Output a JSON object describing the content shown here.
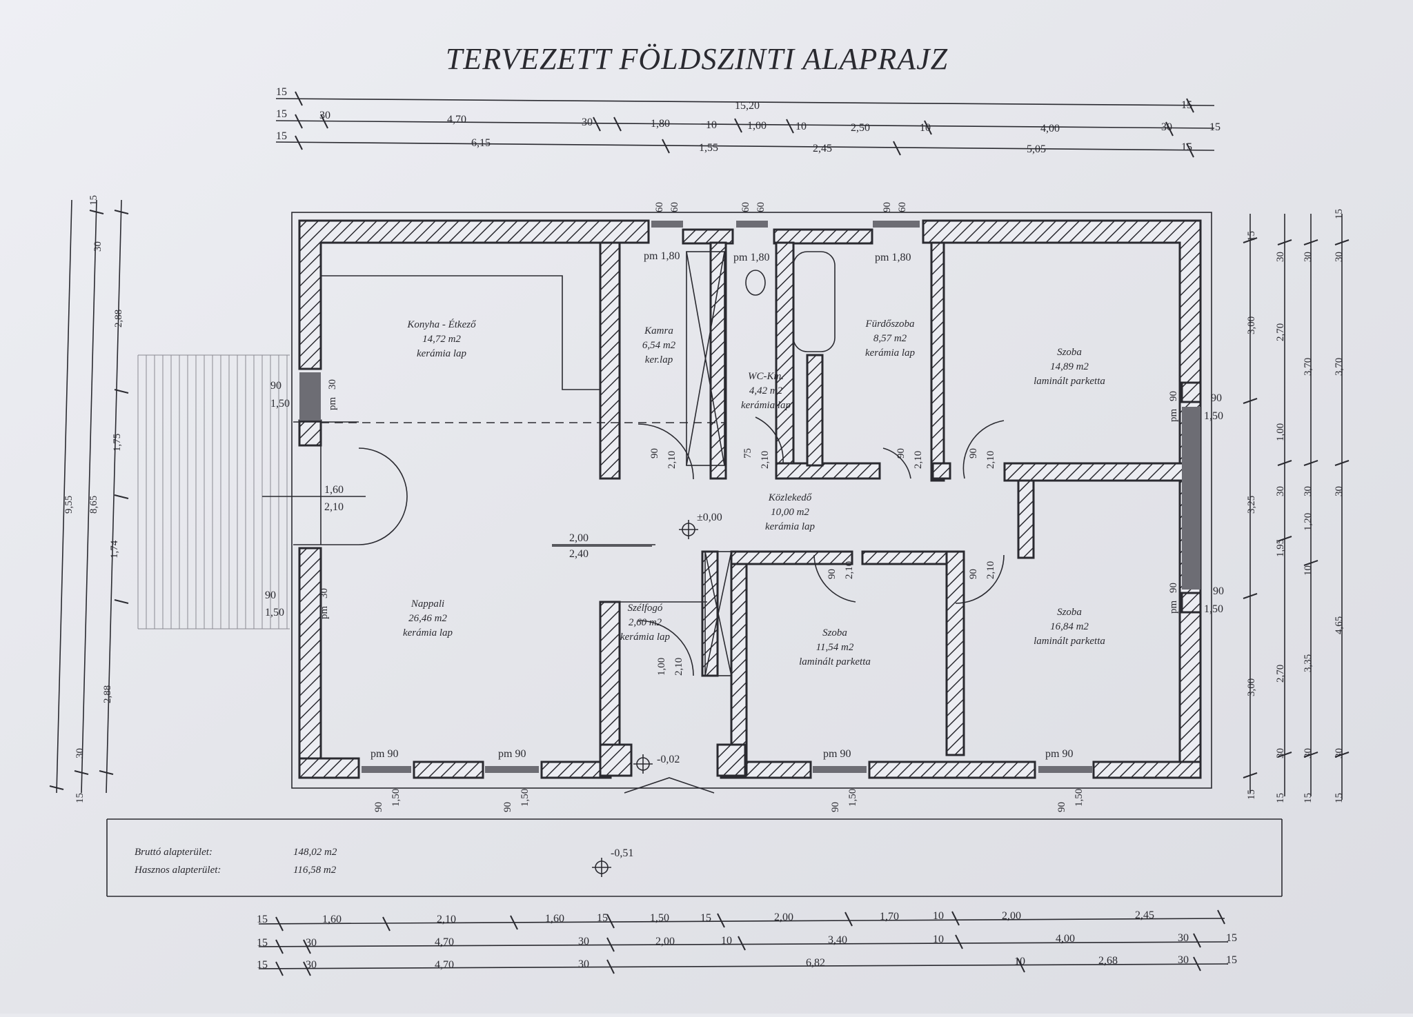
{
  "title": "TERVEZETT FÖLDSZINTI ALAPRAJZ",
  "dims_top": {
    "row1": [
      "15",
      "15,20",
      "15"
    ],
    "row2": [
      "15",
      "30",
      "4,70",
      "30",
      "1,80",
      "10",
      "1,00",
      "10",
      "2,50",
      "10",
      "4,00",
      "30",
      "15"
    ],
    "row3": [
      "15",
      "6,15",
      "1,55",
      "2,45",
      "5,05",
      "15"
    ]
  },
  "dims_bottom": {
    "row1": [
      "15",
      "1,60",
      "2,10",
      "1,60",
      "15",
      "1,50",
      "15",
      "2,00",
      "1,70",
      "10",
      "2,00",
      "2,45"
    ],
    "row2": [
      "15",
      "30",
      "4,70",
      "30",
      "2,00",
      "10",
      "3,40",
      "10",
      "4,00",
      "30",
      "15"
    ],
    "row3": [
      "15",
      "30",
      "4,70",
      "30",
      "6,82",
      "10",
      "2,68",
      "30",
      "15"
    ]
  },
  "dims_left": {
    "outer": "9,55",
    "mid": "8,65",
    "inner": [
      "15",
      "30",
      "2,88",
      "1,75",
      "1,74",
      "2,88",
      "30",
      "15"
    ]
  },
  "dims_right": {
    "col1": [
      "15",
      "3,00",
      "3,25",
      "3,00",
      "15"
    ],
    "col2": [
      "30",
      "2,70",
      "1,00",
      "30",
      "1,95",
      "2,70",
      "30",
      "15"
    ],
    "col3": [
      "30",
      "3,70",
      "30",
      "1,20",
      "10",
      "3,35",
      "30",
      "15"
    ],
    "col4": [
      "15",
      "30",
      "3,70",
      "30",
      "4,65",
      "30",
      "15"
    ]
  },
  "rooms": [
    {
      "name": "Konyha - Étkező",
      "area": "14,72 m2",
      "floor": "kerámia lap"
    },
    {
      "name": "Kamra",
      "area": "6,54 m2",
      "floor": "ker.lap"
    },
    {
      "name": "WC-Km.",
      "area": "4,42 m2",
      "floor": "kerámia lap"
    },
    {
      "name": "Fürdőszoba",
      "area": "8,57 m2",
      "floor": "kerámia lap"
    },
    {
      "name": "Szoba",
      "area": "14,89 m2",
      "floor": "laminált parketta"
    },
    {
      "name": "Közlekedő",
      "area": "10,00 m2",
      "floor": "kerámia lap"
    },
    {
      "name": "Nappali",
      "area": "26,46 m2",
      "floor": "kerámia lap"
    },
    {
      "name": "Szélfogó",
      "area": "2,60 m2",
      "floor": "kerámia lap"
    },
    {
      "name": "Szoba",
      "area": "11,54 m2",
      "floor": "laminált parketta"
    },
    {
      "name": "Szoba",
      "area": "16,84 m2",
      "floor": "laminált parketta"
    }
  ],
  "openings": {
    "window_top": [
      "60",
      "60",
      "60",
      "60",
      "90",
      "60"
    ],
    "pm_top": [
      "pm 1,80",
      "pm 1,80",
      "pm 1,80"
    ],
    "pm_bottom": [
      "pm 90",
      "pm 90",
      "pm 90",
      "pm 90"
    ],
    "bottom_sill": [
      "90",
      "1,50",
      "90",
      "1,50",
      "90",
      "1,50",
      "90",
      "1,50"
    ],
    "left_windows": [
      "90",
      "1,50",
      "pm",
      "30",
      "90",
      "1,50",
      "pm",
      "30"
    ],
    "right_windows": [
      "90",
      "1,50",
      "pm",
      "90",
      "90",
      "1,50",
      "pm",
      "90"
    ],
    "doors": [
      "90",
      "2,10",
      "75",
      "2,10",
      "90",
      "2,10",
      "90",
      "2,10",
      "90",
      "2,10",
      "90",
      "2,10",
      "1,00",
      "2,10"
    ],
    "opening_wide": [
      "1,60",
      "2,10"
    ],
    "opening_mid": [
      "2,00",
      "2,40"
    ]
  },
  "levels": {
    "floor": "±0,00",
    "entry": "-0,02",
    "ground": "-0,51"
  },
  "area_summary": {
    "gross_label": "Bruttó alapterület:",
    "gross_value": "148,02 m2",
    "net_label": "Hasznos alapterület:",
    "net_value": "116,58 m2"
  }
}
